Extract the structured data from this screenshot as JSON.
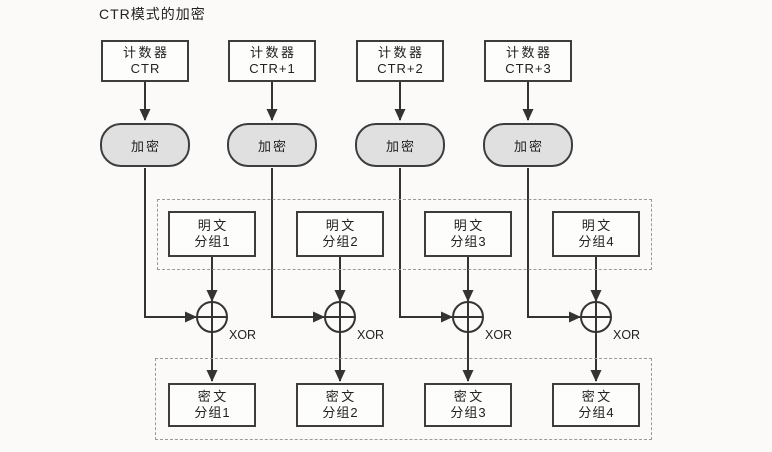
{
  "title": "CTR模式的加密",
  "colors": {
    "background": "#fbfaf8",
    "line": "#333333",
    "box_border": "#3d3d3d",
    "box_fill": "#fdfdfc",
    "encrypt_fill": "#e0e0e0",
    "dashed_border": "#9a9a9a",
    "text": "#222222"
  },
  "columns": [
    {
      "counter_top": "计数器",
      "counter_bottom": "CTR",
      "encrypt_label": "加密",
      "plaintext_top": "明文",
      "plaintext_bottom": "分组1",
      "xor_label": "XOR",
      "ciphertext_top": "密文",
      "ciphertext_bottom": "分组1"
    },
    {
      "counter_top": "计数器",
      "counter_bottom": "CTR+1",
      "encrypt_label": "加密",
      "plaintext_top": "明文",
      "plaintext_bottom": "分组2",
      "xor_label": "XOR",
      "ciphertext_top": "密文",
      "ciphertext_bottom": "分组2"
    },
    {
      "counter_top": "计数器",
      "counter_bottom": "CTR+2",
      "encrypt_label": "加密",
      "plaintext_top": "明文",
      "plaintext_bottom": "分组3",
      "xor_label": "XOR",
      "ciphertext_top": "密文",
      "ciphertext_bottom": "分组3"
    },
    {
      "counter_top": "计数器",
      "counter_bottom": "CTR+3",
      "encrypt_label": "加密",
      "plaintext_top": "明文",
      "plaintext_bottom": "分组4",
      "xor_label": "XOR",
      "ciphertext_top": "密文",
      "ciphertext_bottom": "分组4"
    }
  ]
}
